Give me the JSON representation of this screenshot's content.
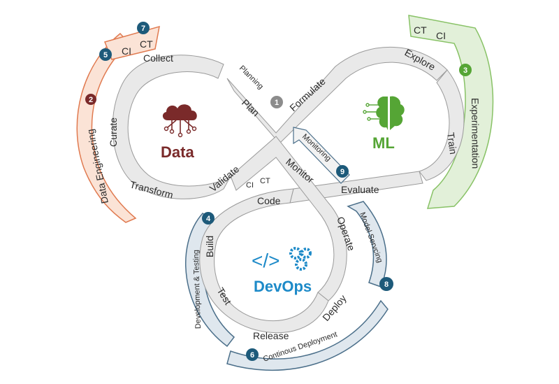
{
  "sections": {
    "data": {
      "title": "Data",
      "color": "#7a2a2a",
      "outer_color": "#e07a50"
    },
    "ml": {
      "title": "ML",
      "color": "#55a535",
      "outer_color": "#88c266"
    },
    "devops": {
      "title": "DevOps",
      "color": "#1d8ac8",
      "outer_color": "#4b6f8a"
    }
  },
  "stages": {
    "collect": "Collect",
    "curate": "Curate",
    "transform": "Transform",
    "validate": "Validate",
    "plan": "Plan",
    "formulate": "Formulate",
    "explore": "Explore",
    "train": "Train",
    "evaluate": "Evaluate",
    "monitor": "Monitor",
    "code": "Code",
    "build": "Build",
    "test": "Test",
    "release": "Release",
    "deploy": "Deploy",
    "operate": "Operate"
  },
  "outer_arrows": {
    "data_engineering": "Data Engineering",
    "experimentation": "Experimentation",
    "development_testing": "Development & Testing",
    "continuous_deployment": "Continous Deployment",
    "model_serving": "Model Servcing",
    "planning": "Planning",
    "monitoring": "Monitoring",
    "ci_ct_top": [
      "CI",
      "CT"
    ],
    "ct_ci_right": [
      "CT",
      "CI"
    ],
    "ci_ct_center": [
      "CI",
      "CT"
    ]
  },
  "badges": [
    {
      "number": "1",
      "color": "#8c8c8c"
    },
    {
      "number": "2",
      "color": "#7a2a2a"
    },
    {
      "number": "3",
      "color": "#55a535"
    },
    {
      "number": "4",
      "color": "#1d5a7a"
    },
    {
      "number": "5",
      "color": "#1d5a7a"
    },
    {
      "number": "6",
      "color": "#1d5a7a"
    },
    {
      "number": "7",
      "color": "#1d5a7a"
    },
    {
      "number": "8",
      "color": "#1d5a7a"
    },
    {
      "number": "9",
      "color": "#1d5a7a"
    }
  ],
  "icons": {
    "data": "cloud-circuit-icon",
    "ml": "brain-circuit-icon",
    "devops": "code-gears-icon"
  }
}
